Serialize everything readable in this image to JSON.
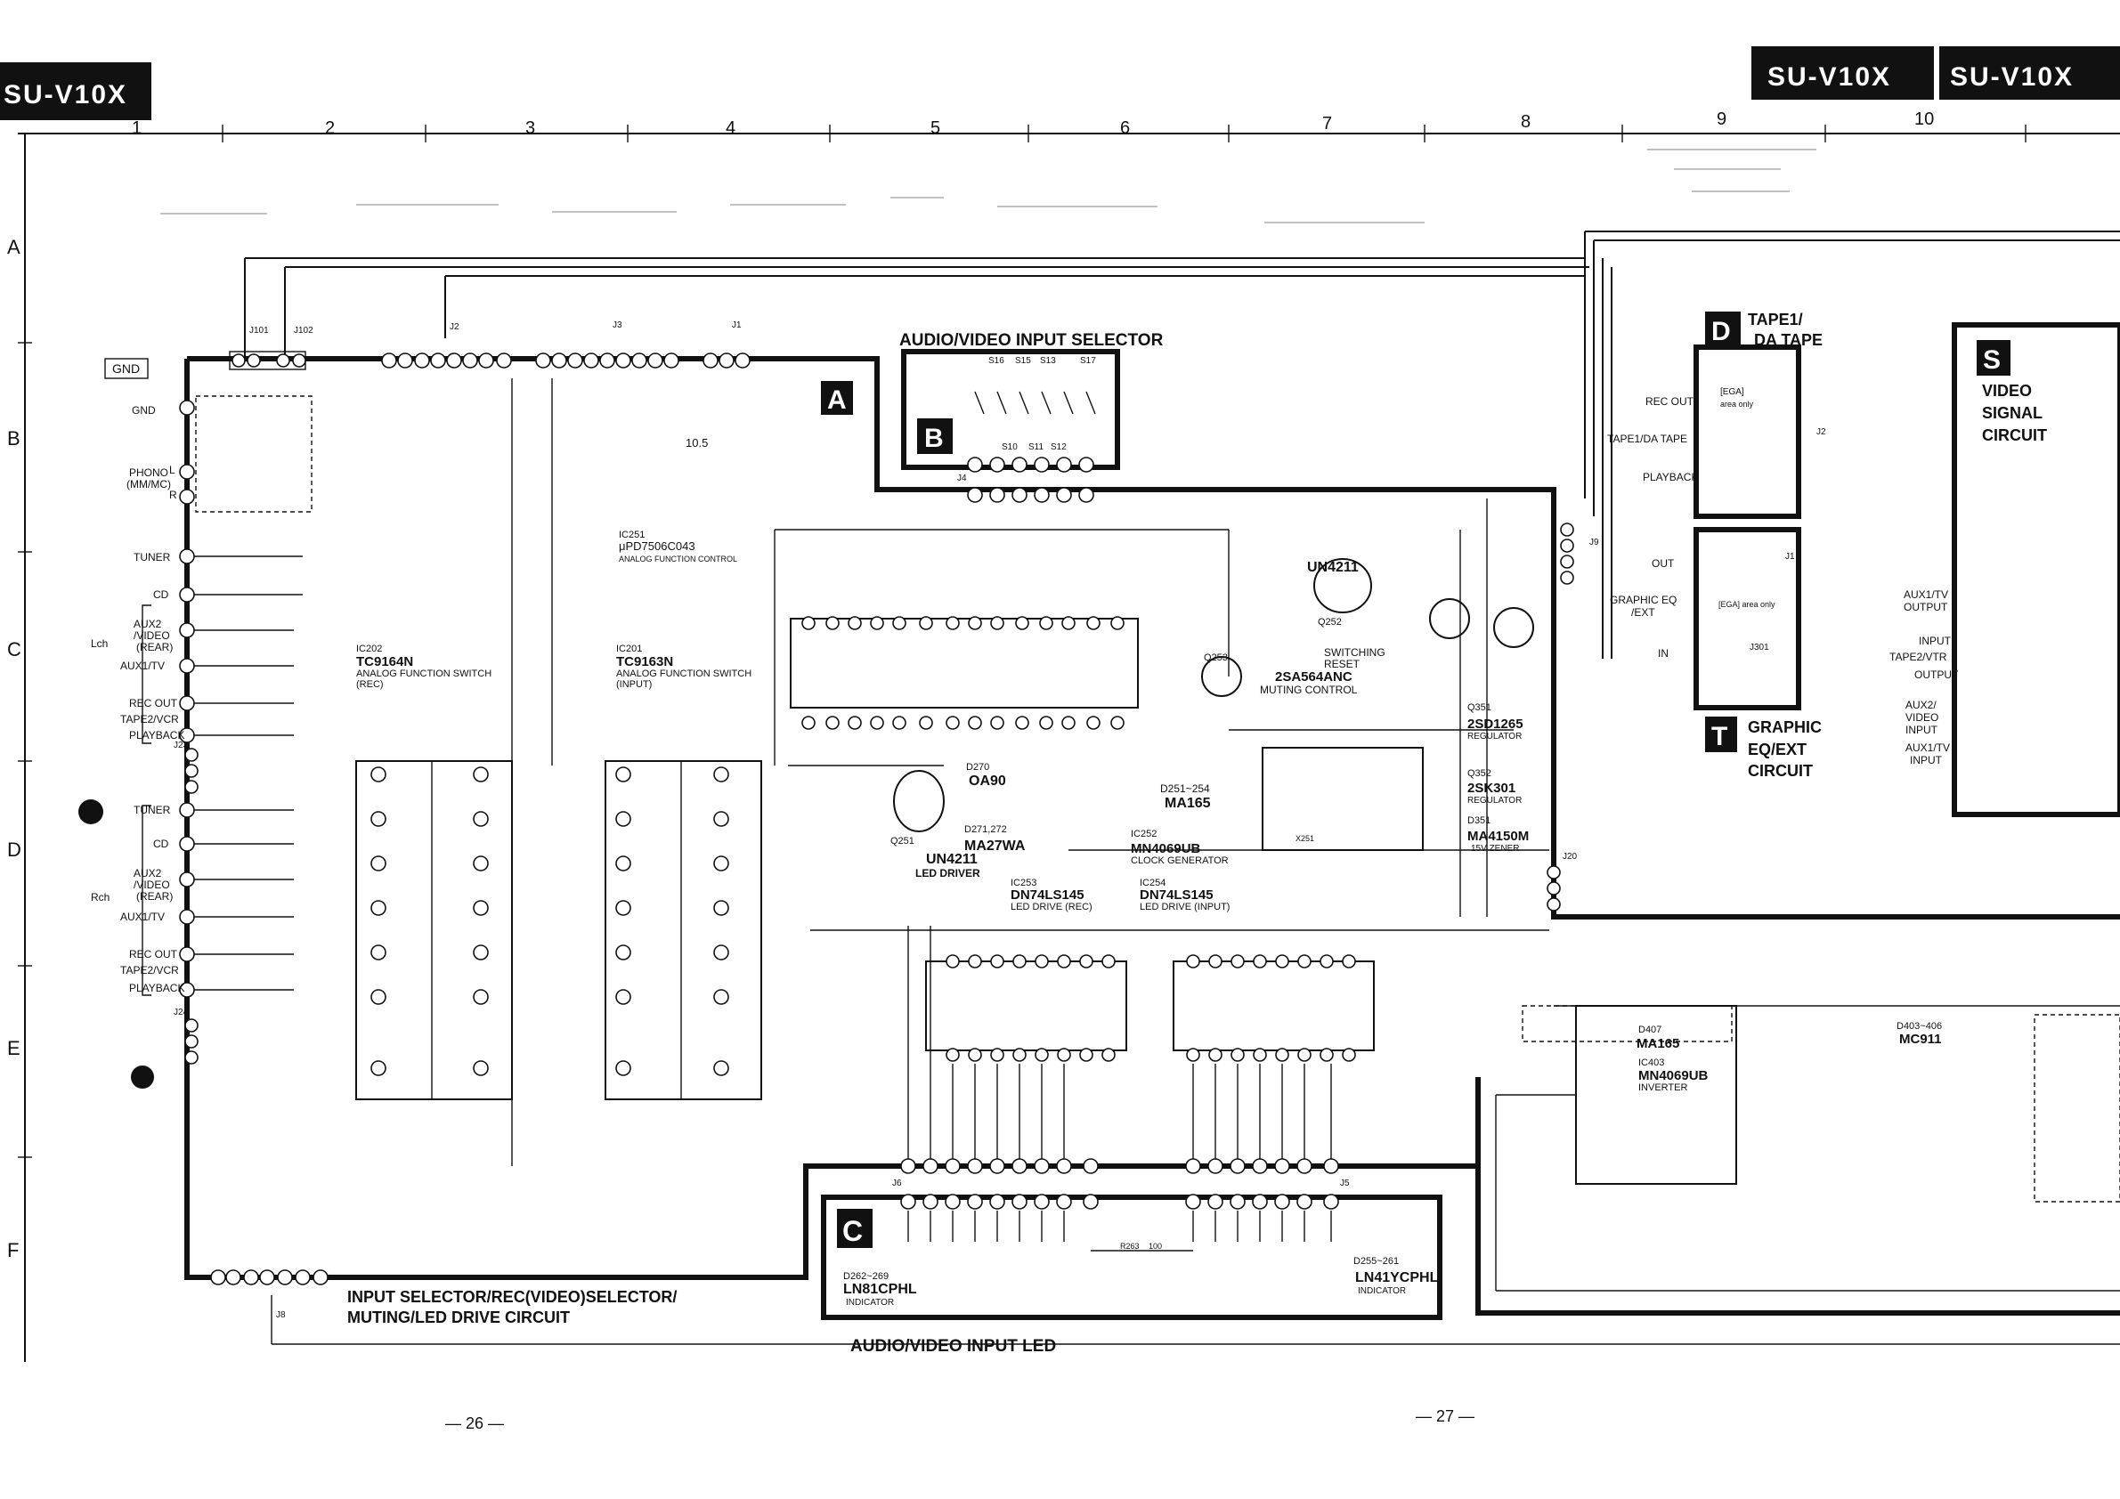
{
  "header": {
    "model_left": "SU-V10X",
    "model_right_1": "SU-V10X",
    "model_right_2": "SU-V10X"
  },
  "grid": {
    "columns": [
      "1",
      "2",
      "3",
      "4",
      "5",
      "6",
      "7",
      "8",
      "9",
      "10"
    ],
    "rows": [
      "A",
      "B",
      "C",
      "D",
      "E",
      "F"
    ]
  },
  "sections": {
    "A": {
      "letter": "A"
    },
    "B": {
      "letter": "B",
      "title": "AUDIO/VIDEO INPUT SELECTOR"
    },
    "C": {
      "letter": "C",
      "title": "AUDIO/VIDEO INPUT LED"
    },
    "D": {
      "letter": "D",
      "title_1": "TAPE1/",
      "title_2": "DA TAPE"
    },
    "S": {
      "letter": "S",
      "title_1": "VIDEO",
      "title_2": "SIGNAL",
      "title_3": "CIRCUIT"
    },
    "T": {
      "letter": "T",
      "title_1": "GRAPHIC",
      "title_2": "EQ/EXT",
      "title_3": "CIRCUIT"
    }
  },
  "main_title_1": "INPUT SELECTOR/REC(VIDEO)SELECTOR/",
  "main_title_2": "MUTING/LED DRIVE CIRCUIT",
  "left_inputs": {
    "gnd": "GND",
    "gnd2": "GND",
    "phono": "PHONO",
    "phono_sub": "(MM/MC)",
    "l": "L",
    "r": "R",
    "lch": "Lch",
    "rch": "Rch",
    "tuner": "TUNER",
    "cd": "CD",
    "aux2": "AUX2",
    "video": "/VIDEO",
    "rear": "(REAR)",
    "aux1": "AUX1/TV",
    "rec_out": "REC OUT",
    "tape2": "TAPE2/VCR",
    "playback": "PLAYBACK",
    "tuner2": "TUNER",
    "cd2": "CD",
    "aux2b": "AUX2",
    "videob": "/VIDEO",
    "rearb": "(REAR)",
    "aux1b": "AUX1/TV",
    "rec_out2": "REC OUT",
    "tape2b": "TAPE2/VCR",
    "playback2": "PLAYBACK"
  },
  "connectors": {
    "j101": "J101",
    "j102": "J102",
    "j2": "J2",
    "j3": "J3",
    "j1": "J1",
    "j4": "J4",
    "j23": "J23",
    "j24": "J24",
    "j6": "J6",
    "j5": "J5",
    "j8": "J8",
    "j9": "J9",
    "j20": "J20",
    "j301": "J301",
    "j1b": "J1",
    "j2b": "J2"
  },
  "ics": {
    "ic202_name": "IC202",
    "ic202_part": "TC9164N",
    "ic202_desc_1": "ANALOG FUNCTION SWITCH",
    "ic202_desc_2": "(REC)",
    "ic201_name": "IC201",
    "ic201_part": "TC9163N",
    "ic201_desc_1": "ANALOG FUNCTION SWITCH",
    "ic201_desc_2": "(INPUT)",
    "ic251_name": "IC251",
    "ic251_part": "μPD7506C043",
    "ic251_desc": "ANALOG FUNCTION CONTROL",
    "ic252_name": "IC252",
    "ic252_part": "MN4069UB",
    "ic252_desc": "CLOCK GENERATOR",
    "ic253_name": "IC253",
    "ic253_part": "DN74LS145",
    "ic253_desc": "LED DRIVE (REC)",
    "ic254_name": "IC254",
    "ic254_part": "DN74LS145",
    "ic254_desc": "LED DRIVE (INPUT)",
    "ic403_name": "IC403",
    "ic403_part": "MN4069UB",
    "ic403_desc": "INVERTER"
  },
  "semis": {
    "q251": "Q251",
    "q251_part": "UN4211",
    "q251_desc": "LED DRIVER",
    "q252": "Q252",
    "q252_part": "UN4211",
    "q252_desc_1": "SWITCHING",
    "q252_desc_2": "RESET",
    "q253": "Q253",
    "q253_part": "2SA564ANC",
    "q253_desc": "MUTING CONTROL",
    "q351": "Q351",
    "q351_part": "2SD1265",
    "q351_desc": "REGULATOR",
    "q352": "Q352",
    "q352_part": "2SK301",
    "q352_desc": "REGULATOR",
    "d351": "D351",
    "d351_part": "MA4150M",
    "d351_desc": "15V ZENER",
    "d270": "D270",
    "d270_part": "OA90",
    "d271": "D271,272",
    "d271_part": "MA27WA",
    "d251": "D251~254",
    "d251_part": "MA165",
    "d407": "D407",
    "d407_part": "MA165",
    "d403": "D403~406",
    "d403_part": "MC911",
    "d262": "D262~269",
    "d262_part": "LN81CPHL",
    "d262_desc": "INDICATOR",
    "d255": "D255~261",
    "d255_part": "LN41YCPHL",
    "d255_desc": "INDICATOR"
  },
  "misc_labels": {
    "v105": "10.5",
    "ega": "[EGA]",
    "ega_area": "area only",
    "ega2": "[EGA] area only",
    "out": "OUT",
    "graphic_eq": "GRAPHIC EQ",
    "ext": "/EXT",
    "in": "IN",
    "rec_out_d": "REC OUT",
    "tape1": "TAPE1/DA TAPE",
    "playback_d": "PLAYBACK",
    "aux1tv_out": "AUX1/TV",
    "output": "OUTPUT",
    "input": "INPUT",
    "tape2vtr": "TAPE2/VTR",
    "output2": "OUTPUT",
    "aux2_video": "AUX2/",
    "video2": "VIDEO",
    "input2": "INPUT",
    "aux1tv_in": "AUX1/TV",
    "input3": "INPUT",
    "x251": "X251",
    "r263": "R263",
    "r263v": "100"
  },
  "switches": {
    "s16": "S16",
    "s15": "S15",
    "s13": "S13",
    "s17": "S17",
    "s10": "S10",
    "s11": "S11",
    "s12": "S12"
  },
  "page_numbers": {
    "left": "— 26 —",
    "right": "— 27 —"
  }
}
